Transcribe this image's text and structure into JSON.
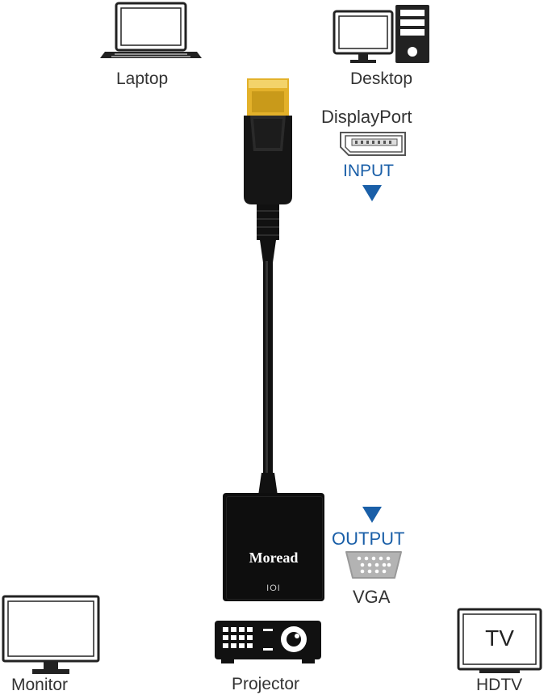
{
  "devices": {
    "laptop": "Laptop",
    "desktop": "Desktop",
    "monitor": "Monitor",
    "projector": "Projector",
    "hdtv": "HDTV",
    "tv_screen_text": "TV"
  },
  "input": {
    "port_name": "DisplayPort",
    "label": "INPUT",
    "icon": "displayport-port-icon"
  },
  "output": {
    "label": "OUTPUT",
    "port_name": "VGA",
    "icon": "vga-port-icon"
  },
  "adapter": {
    "brand": "Moread",
    "port_marking": "IOI"
  },
  "colors": {
    "accent_blue": "#1a5fa8",
    "connector_gold": "#e3b12a",
    "cable_black": "#111111"
  }
}
